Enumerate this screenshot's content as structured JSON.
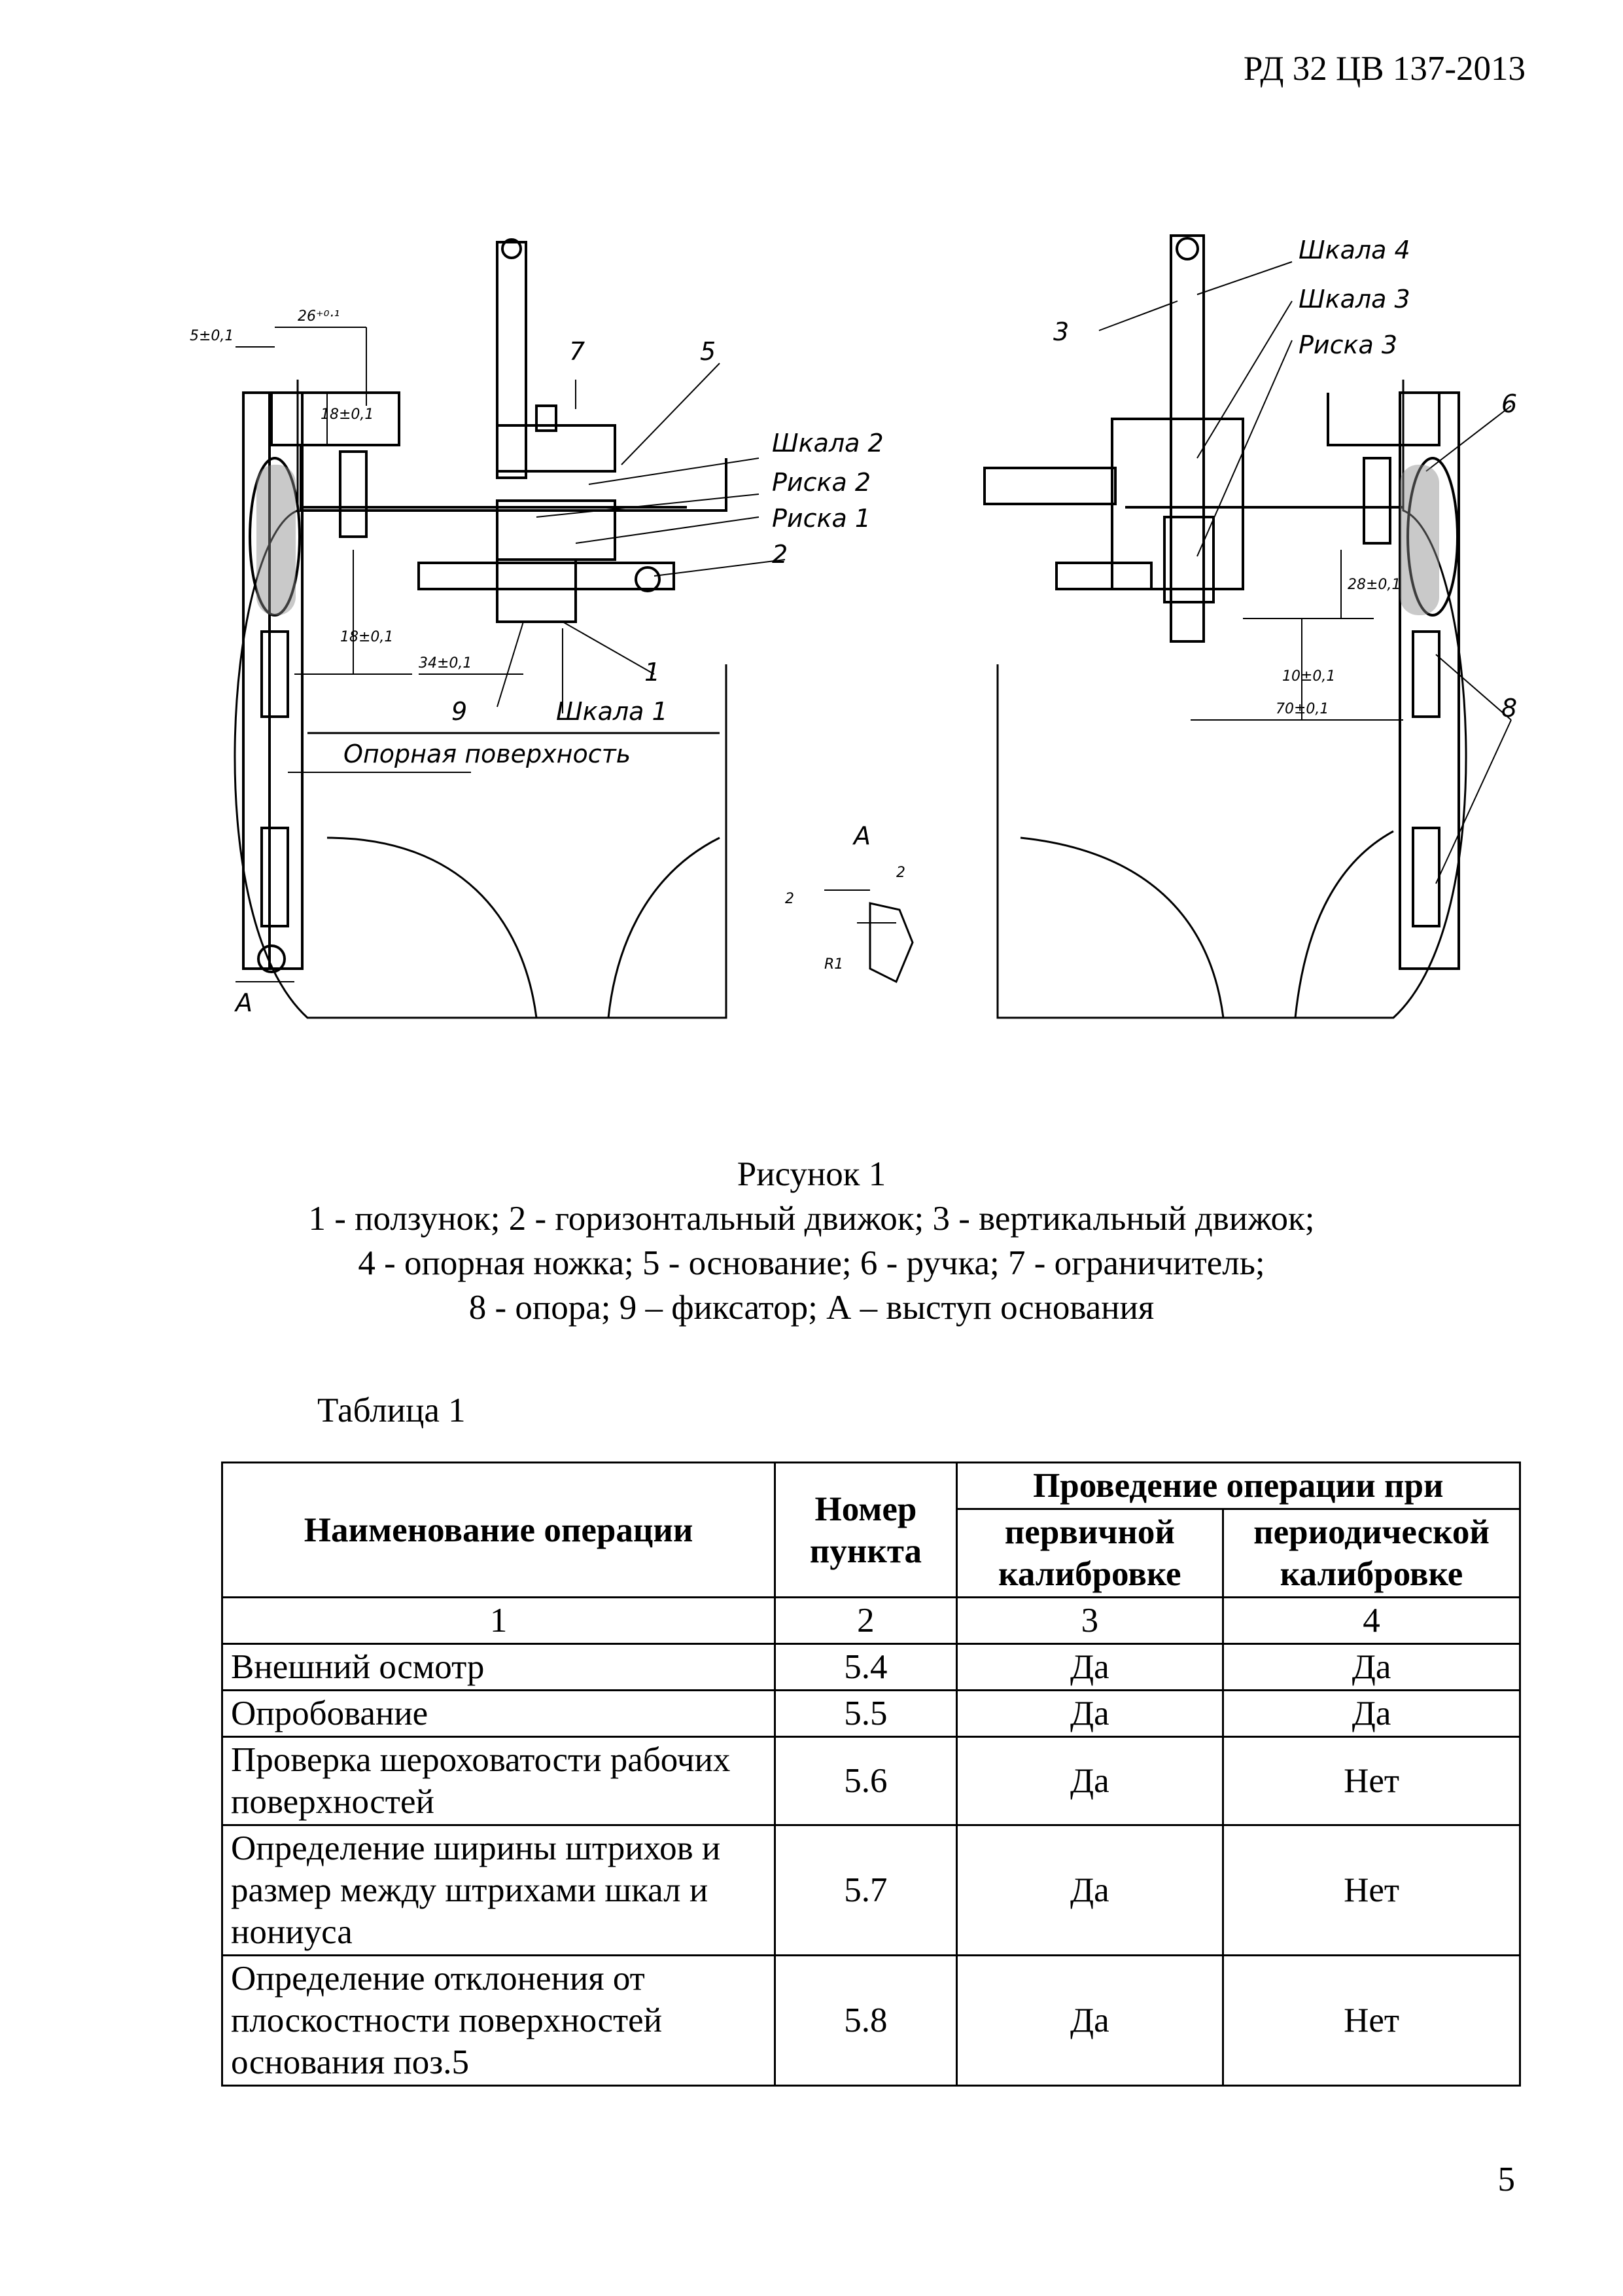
{
  "header": {
    "doc_code": "РД 32 ЦВ 137-2013"
  },
  "page_number": "5",
  "figure": {
    "labels": {
      "shkala4": "Шкала 4",
      "shkala3": "Шкала 3",
      "riska3": "Риска 3",
      "shkala2": "Шкала 2",
      "riska2": "Риска 2",
      "riska1": "Риска 1",
      "shkala1": "Шкала 1",
      "opora": "Опорная поверхность",
      "n1": "1",
      "n2": "2",
      "n3": "3",
      "n5": "5",
      "n6": "6",
      "n7": "7",
      "n8": "8",
      "n9": "9",
      "a1": "A",
      "a2": "A"
    },
    "dims": {
      "d5": "5±0,1",
      "d26": "26⁺⁰·¹",
      "d18a": "18±0,1",
      "d18b": "18±0,1",
      "d34": "34±0,1",
      "d28": "28±0,1",
      "d10": "10±0,1",
      "d70": "70±0,1",
      "d2a": "2",
      "d2b": "2",
      "dr": "R1"
    }
  },
  "caption": {
    "line1": "Рисунок 1",
    "line2": "1 - ползунок; 2 - горизонтальный движок; 3 - вертикальный движок;",
    "line3": "4 - опорная ножка; 5 - основание; 6 - ручка; 7 - ограничитель;",
    "line4": "8 - опора; 9 – фиксатор; А – выступ основания"
  },
  "table_label": "Таблица 1",
  "table": {
    "h_name": "Наименование операции",
    "h_num": "Номер пункта",
    "h_group": "Проведение операции при",
    "h_first": "первичной калибровке",
    "h_period": "периодической калибровке",
    "colnums": [
      "1",
      "2",
      "3",
      "4"
    ],
    "rows": [
      {
        "name": "Внешний осмотр",
        "num": "5.4",
        "first": "Да",
        "period": "Да"
      },
      {
        "name": "Опробование",
        "num": "5.5",
        "first": "Да",
        "period": "Да"
      },
      {
        "name": "Проверка шероховатости рабочих поверхностей",
        "num": "5.6",
        "first": "Да",
        "period": "Нет"
      },
      {
        "name": "Определение ширины штрихов и размер между штрихами шкал и нониуса",
        "num": "5.7",
        "first": "Да",
        "period": "Нет"
      },
      {
        "name": "Определение отклонения от плоскостности поверхностей основания поз.5",
        "num": "5.8",
        "first": "Да",
        "period": "Нет"
      }
    ]
  }
}
